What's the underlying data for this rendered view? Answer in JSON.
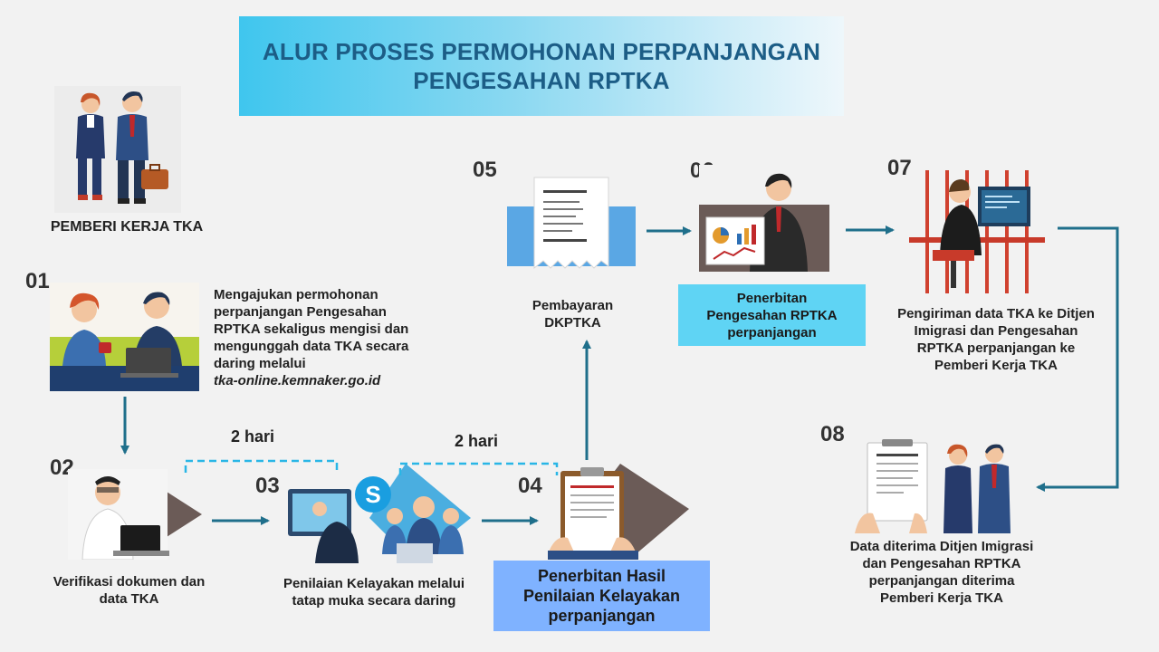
{
  "title": {
    "line1": "ALUR PROSES PERMOHONAN PERPANJANGAN",
    "line2": "PENGESAHAN RPTKA"
  },
  "actor": {
    "label": "PEMBERI KERJA TKA"
  },
  "steps": [
    {
      "num": "01",
      "text_lines": [
        "Mengajukan permohonan",
        "perpanjangan Pengesahan",
        "RPTKA sekaligus mengisi dan",
        "mengunggah data TKA secara",
        "daring melalui"
      ],
      "link": "tka-online.kemnaker.go.id"
    },
    {
      "num": "02",
      "text_lines": [
        "Verifikasi  dokumen dan",
        "data TKA"
      ]
    },
    {
      "num": "03",
      "text_lines": [
        "Penilaian Kelayakan melalui",
        "tatap muka secara daring"
      ]
    },
    {
      "num": "04",
      "text_lines": [
        "Penerbitan Hasil",
        "Penilaian Kelayakan",
        "perpanjangan"
      ]
    },
    {
      "num": "05",
      "text_lines": [
        "Pembayaran",
        "DKPTKA"
      ]
    },
    {
      "num": "06",
      "text_lines": [
        "Penerbitan",
        "Pengesahan RPTKA",
        "perpanjangan"
      ]
    },
    {
      "num": "07",
      "text_lines": [
        "Pengiriman data TKA ke Ditjen",
        "Imigrasi  dan Pengesahan",
        "RPTKA perpanjangan  ke",
        "Pemberi Kerja TKA"
      ]
    },
    {
      "num": "08",
      "text_lines": [
        "Data diterima Ditjen Imigrasi",
        "dan Pengesahan RPTKA",
        "perpanjangan  diterima",
        "Pemberi Kerja TKA"
      ]
    }
  ],
  "durations": {
    "d1": "2 hari",
    "d2": "2 hari"
  },
  "colors": {
    "arrow": "#1f6f8b",
    "dash": "#29b6e6",
    "box04": "#7fb2ff",
    "box06": "#5fd4f4",
    "title": "#1c5d86"
  }
}
